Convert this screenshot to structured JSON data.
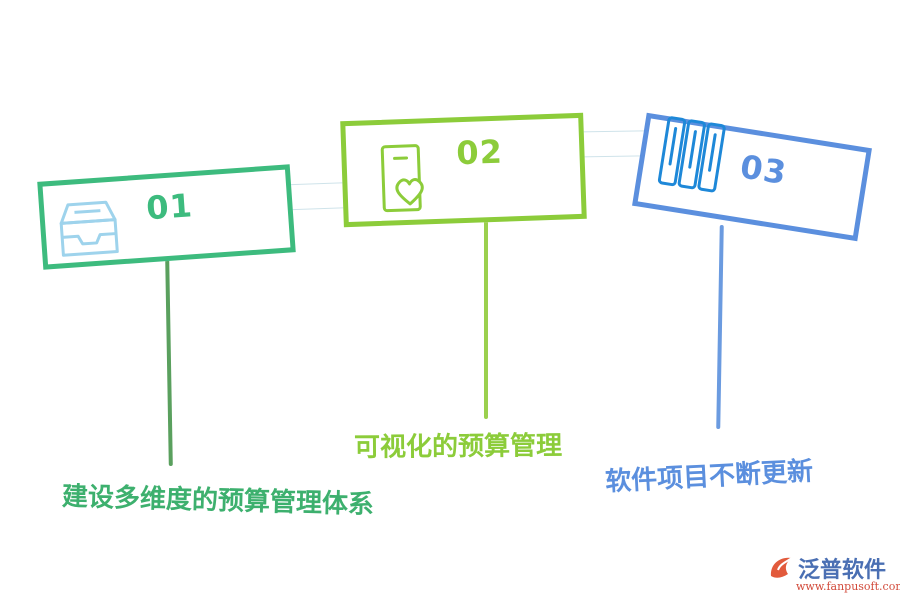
{
  "steps": [
    {
      "number": "01",
      "caption": "建设多维度的预算管理体系",
      "color": "#3dbb7e",
      "icon": "inbox-tray-icon"
    },
    {
      "number": "02",
      "caption": "可视化的预算管理",
      "color": "#8ccc3a",
      "icon": "phone-heart-icon"
    },
    {
      "number": "03",
      "caption": "软件项目不断更新",
      "color": "#5b8fde",
      "icon": "server-rack-icon"
    }
  ],
  "logo": {
    "name": "泛普软件",
    "url": "www.fanpusoft.com"
  }
}
